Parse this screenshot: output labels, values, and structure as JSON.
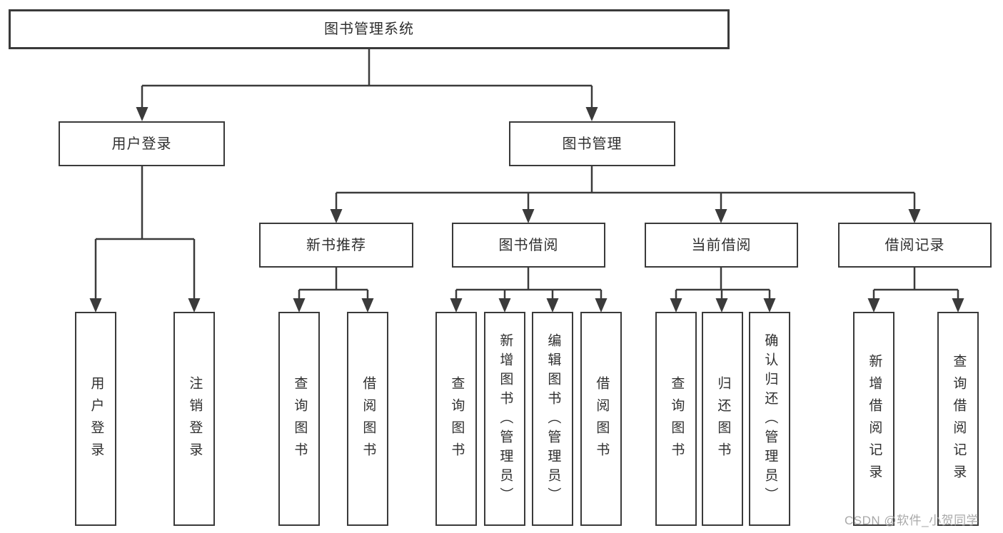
{
  "tree": {
    "root": "图书管理系统",
    "branches": [
      {
        "label": "用户登录",
        "children": [
          "用户登录",
          "注销登录"
        ]
      },
      {
        "label": "图书管理",
        "groups": [
          {
            "label": "新书推荐",
            "children": [
              "查询图书",
              "借阅图书"
            ]
          },
          {
            "label": "图书借阅",
            "children": [
              "查询图书",
              "新增图书（管理员）",
              "编辑图书（管理员）",
              "借阅图书"
            ]
          },
          {
            "label": "当前借阅",
            "children": [
              "查询图书",
              "归还图书",
              "确认归还（管理员）"
            ]
          },
          {
            "label": "借阅记录",
            "children": [
              "新增借阅记录",
              "查询借阅记录"
            ]
          }
        ]
      }
    ]
  },
  "watermark": "CSDN @软件_小贺同学",
  "colors": {
    "line": "#3b3b3b",
    "box_border": "#3a3a3a",
    "text": "#2f2f2f",
    "watermark": "#a4a4a4",
    "background": "#ffffff"
  }
}
